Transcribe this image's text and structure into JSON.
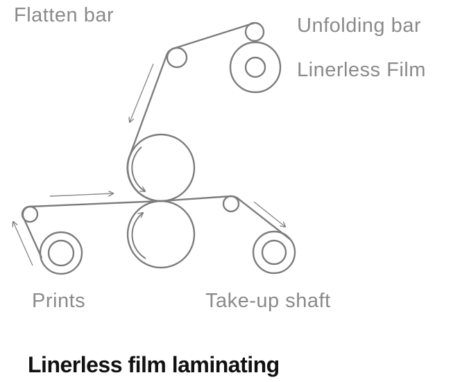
{
  "labels": {
    "flatten_bar": "Flatten bar",
    "unfolding_bar": "Unfolding bar",
    "linerless_film": "Linerless Film",
    "prints": "Prints",
    "take_up_shaft": "Take-up shaft"
  },
  "title": "Linerless film laminating",
  "colors": {
    "line": "#7c7c7c",
    "label": "#8a8a8a",
    "title": "#111111"
  }
}
